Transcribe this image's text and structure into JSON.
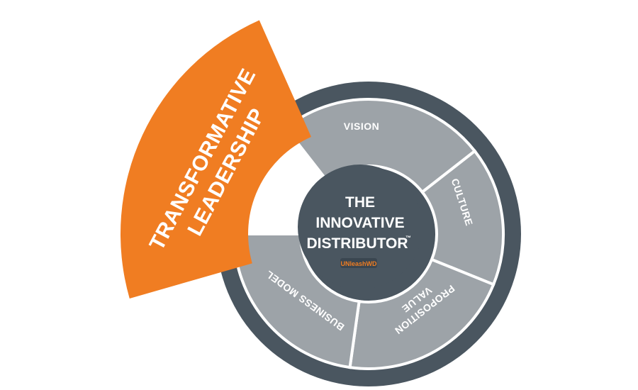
{
  "diagram": {
    "leadership": {
      "line1": "TRANSFORMATIVE",
      "line2": "LEADERSHIP"
    },
    "segments": [
      {
        "label_lines": [
          "VISION"
        ]
      },
      {
        "label_lines": [
          "CULTURE"
        ]
      },
      {
        "label_lines": [
          "VALUE",
          "PROPOSITION"
        ]
      },
      {
        "label_lines": [
          "BUSINESS MODEL"
        ]
      }
    ],
    "center": {
      "line1": "THE",
      "line2": "INNOVATIVE",
      "line3": "DISTRIBUTOR",
      "trademark": "™",
      "logo_text": "UNleashWD"
    },
    "colors": {
      "orange": "#F07D22",
      "dark_ring": "#4A5660",
      "segment_gray": "#9DA3A8",
      "center_dark": "#4A5660",
      "divider": "#ffffff"
    }
  }
}
